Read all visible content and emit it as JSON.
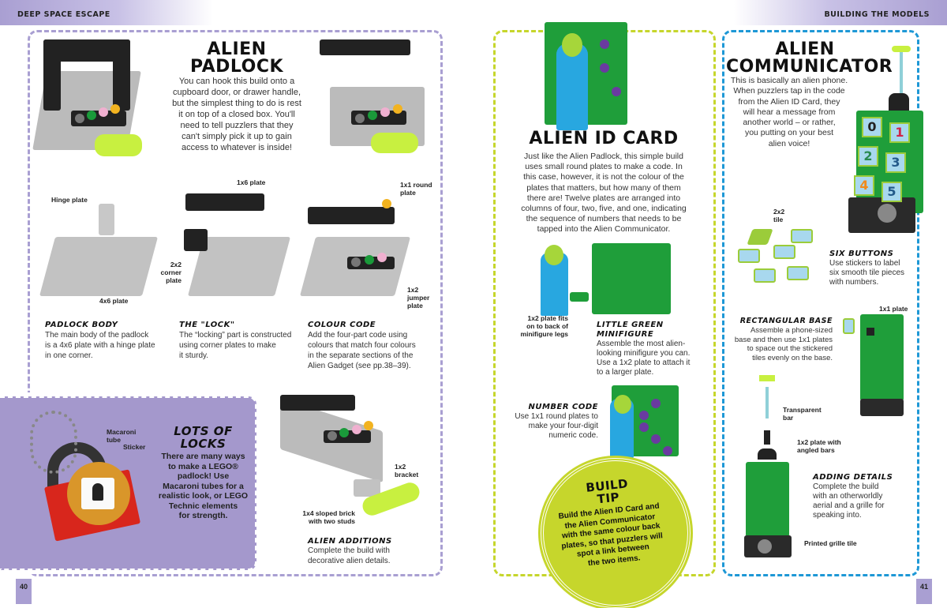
{
  "header_left": "DEEP SPACE ESCAPE",
  "header_right": "BUILDING THE MODELS",
  "left_page": {
    "title": "ALIEN\nPADLOCK",
    "intro": "You can hook this build onto a\ncupboard door, or drawer handle,\nbut the simplest thing to do is rest\nit on top of a closed box. You'll\nneed to tell puzzlers that they\ncan't simply pick it up to gain\naccess to whatever is inside!",
    "labels": {
      "hinge": "Hinge plate",
      "plate4x6": "4x6 plate",
      "plate1x6": "1x6 plate",
      "corner": "2x2\ncorner\nplate",
      "round": "1x1 round\nplate",
      "jumper": "1x2\njumper\nplate",
      "bracket": "1x2\nbracket",
      "sloped": "1x4 sloped brick\nwith two studs",
      "macaroni": "Macaroni\ntube",
      "sticker": "Sticker"
    },
    "steps": [
      {
        "title": "PADLOCK BODY",
        "text": "The main body of the padlock\nis a 4x6 plate with a hinge plate\nin one corner."
      },
      {
        "title": "THE \"LOCK\"",
        "text": "The “locking” part is constructed\nusing corner plates to make\nit sturdy."
      },
      {
        "title": "COLOUR CODE",
        "text": "Add the four-part code using\ncolours that match four colours\nin the separate sections of the\nAlien Gadget (see pp.38–39)."
      }
    ],
    "box": {
      "title": "LOTS OF\nLOCKS",
      "text": "There are many ways\nto make a LEGO®\npadlock! Use\nMacaroni tubes for a\nrealistic look, or LEGO\nTechnic elements\nfor strength."
    },
    "additions": {
      "title": "ALIEN ADDITIONS",
      "text": "Complete the build with\ndecorative alien details."
    },
    "page_number": "40"
  },
  "right_page": {
    "id_card": {
      "title": "ALIEN ID CARD",
      "intro": "Just like the Alien Padlock, this simple build\nuses small round plates to make a code. In\nthis case, however, it is not the colour of the\nplates that matters, but how many of them\nthere are! Twelve plates are arranged into\ncolumns of four, two, five, and one, indicating\nthe sequence of numbers that needs to be\ntapped into the Alien Communicator.",
      "label_plate": "1x2 plate fits\non to back of\nminifigure legs",
      "minifig": {
        "title": "LITTLE GREEN\nMINIFIGURE",
        "text": "Assemble the most alien-\nlooking minifigure you can.\nUse a 1x2 plate to attach it\nto a larger plate."
      },
      "number_code": {
        "title": "NUMBER CODE",
        "text": "Use 1x1 round plates to\nmake your four-digit\nnumeric code."
      },
      "tip": {
        "title": "BUILD\nTIP",
        "text": "Build the Alien ID Card and\nthe Alien Communicator\nwith the same colour back\nplates, so that puzzlers will\nspot a link between\nthe two items."
      }
    },
    "communicator": {
      "title": "ALIEN\nCOMMUNICATOR",
      "intro": "This is basically an alien phone.\nWhen puzzlers tap in the code\nfrom the Alien ID Card, they\nwill hear a message from\nanother world – or rather,\nyou putting on your best\nalien voice!",
      "keys": [
        "0",
        "1",
        "2",
        "3",
        "4",
        "5"
      ],
      "labels": {
        "tile": "2x2\ntile",
        "plate1x1": "1x1 plate",
        "bar": "Transparent\nbar",
        "angled": "1x2 plate with\nangled bars",
        "grille": "Printed grille tile"
      },
      "six_buttons": {
        "title": "SIX BUTTONS",
        "text": "Use stickers to label\nsix smooth tile pieces\nwith numbers."
      },
      "base": {
        "title": "RECTANGULAR BASE",
        "text": "Assemble a phone-sized\nbase and then use 1x1 plates\nto space out the stickered\ntiles evenly on the base."
      },
      "details": {
        "title": "ADDING DETAILS",
        "text": "Complete the build\nwith an otherworldly\naerial and a grille for\nspeaking into."
      }
    },
    "page_number": "41"
  },
  "colors": {
    "purple": "#a99fd2",
    "lime": "#c6d62c",
    "blue": "#1e98d6",
    "lego_green": "#1f9e3a"
  }
}
